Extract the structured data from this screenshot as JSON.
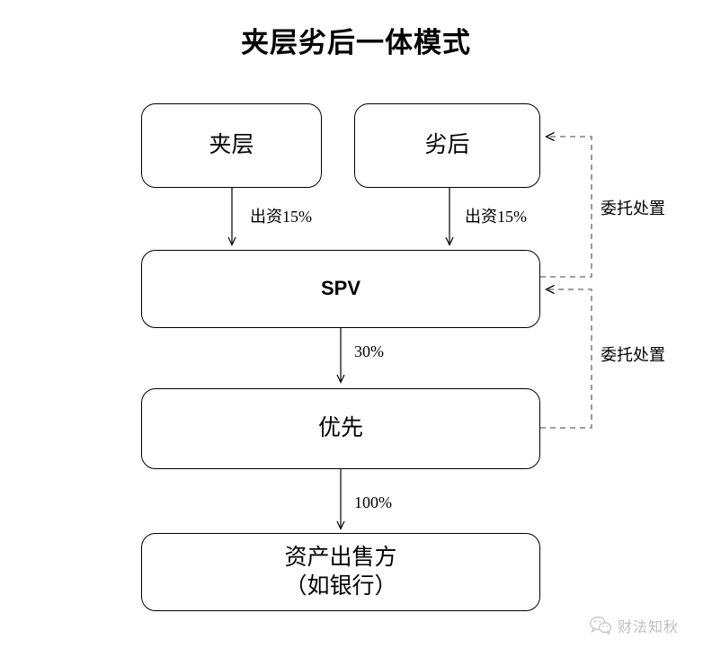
{
  "title": "夹层劣后一体模式",
  "nodes": [
    {
      "id": "mezzanine",
      "label": "夹层"
    },
    {
      "id": "subordinate",
      "label": "劣后"
    },
    {
      "id": "spv",
      "label": "SPV"
    },
    {
      "id": "senior",
      "label": "优先"
    },
    {
      "id": "asset_seller",
      "label": "资产出售方\n（如银行）"
    }
  ],
  "edges": [
    {
      "id": "mezzanine-to-spv",
      "label": "出资15%",
      "style": "solid"
    },
    {
      "id": "subordinate-to-spv",
      "label": "出资15%",
      "style": "solid"
    },
    {
      "id": "spv-to-senior",
      "label": "30%",
      "style": "solid"
    },
    {
      "id": "senior-to-asset-seller",
      "label": "100%",
      "style": "solid"
    },
    {
      "id": "senior-to-subordinate",
      "label": "委托处置",
      "style": "dashed"
    },
    {
      "id": "senior-to-spv",
      "label": "委托处置",
      "style": "dashed"
    }
  ],
  "watermark": {
    "icon": "wechat-icon",
    "text": "财法知秋"
  },
  "colors": {
    "stroke": "#000000",
    "dashed_stroke": "#808080",
    "background": "#ffffff",
    "watermark_text": "#8a8a8a"
  }
}
